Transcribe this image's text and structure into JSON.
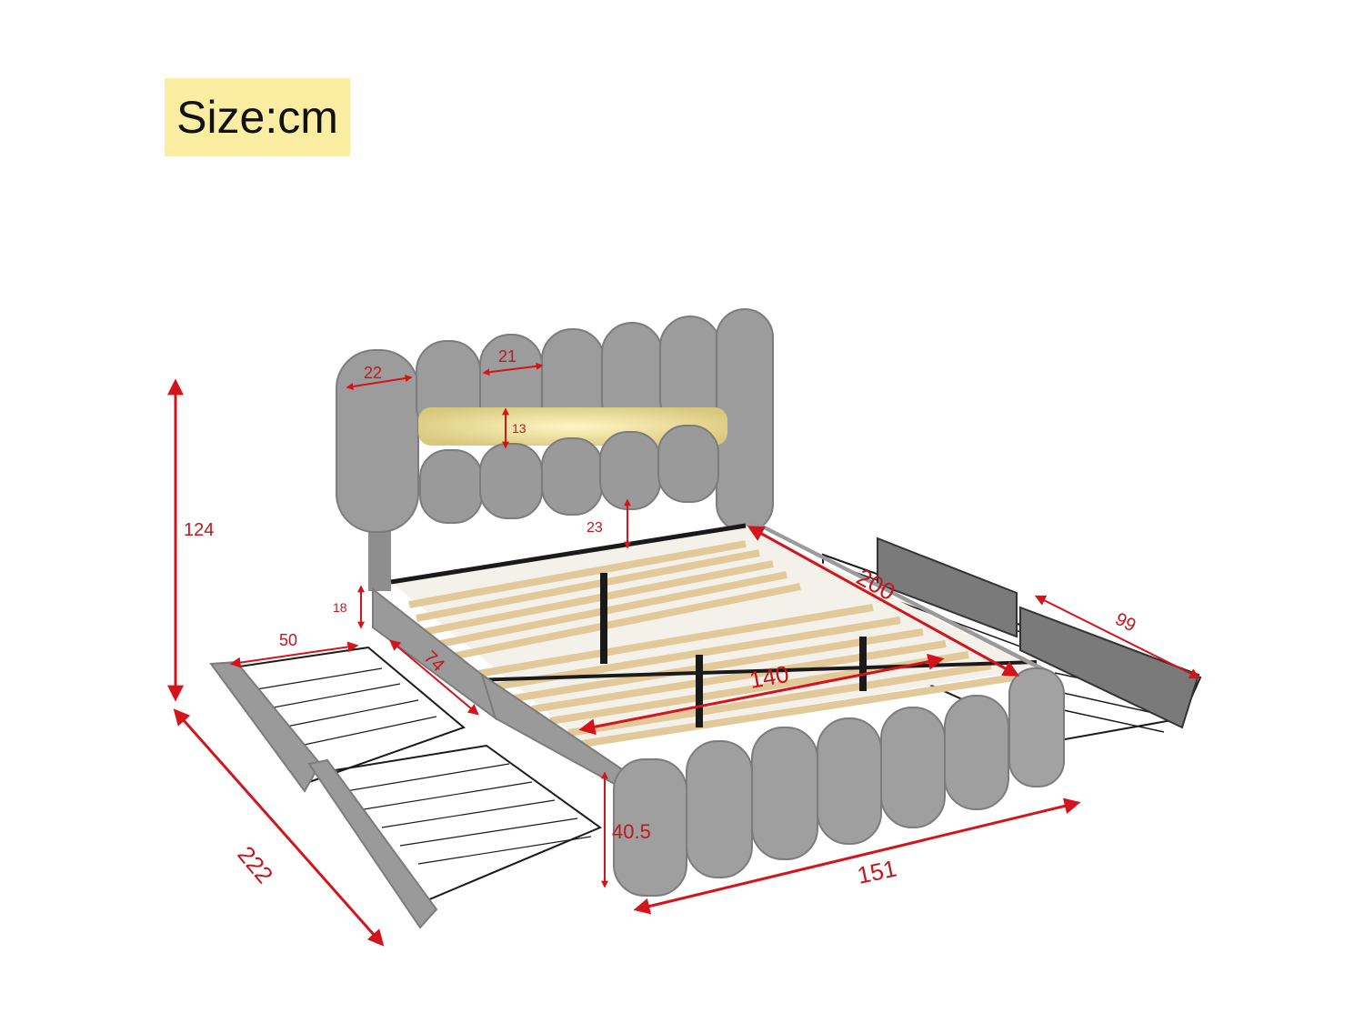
{
  "unit_label": "Size:cm",
  "dimensions": {
    "overall_height": "124",
    "overall_length": "222",
    "overall_width": "151",
    "mattress_length": "200",
    "mattress_width": "140",
    "headboard_segment_width": "22",
    "headboard_inner_segment_width": "21",
    "light_strip_height": "13",
    "headboard_gap_height": "23",
    "side_rail_height": "18",
    "footboard_height": "40.5",
    "drawer_width": "50",
    "drawer_length": "74",
    "drawer_pair_length": "99"
  },
  "colors": {
    "dimension": "#c4161c",
    "fabric": "#9a9a9a",
    "slat": "#e8d2a8",
    "frame": "#222222",
    "light": "#f6e7a0",
    "badge": "#fbeea3"
  }
}
